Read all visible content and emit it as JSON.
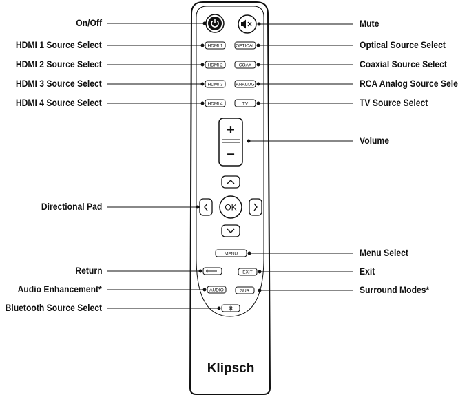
{
  "labels": {
    "on_off": "On/Off",
    "hdmi1": "HDMI 1 Source Select",
    "hdmi2": "HDMI 2 Source Select",
    "hdmi3": "HDMI 3 Source Select",
    "hdmi4": "HDMI 4 Source Select",
    "dpad": "Directional Pad",
    "return": "Return",
    "audio": "Audio Enhancement*",
    "bluetooth": "Bluetooth Source Select",
    "mute": "Mute",
    "optical": "Optical Source Select",
    "coaxial": "Coaxial Source Select",
    "rca": "RCA Analog Source Select",
    "tv": "TV Source Select",
    "volume": "Volume",
    "menu": "Menu Select",
    "exit": "Exit",
    "surround": "Surround Modes*"
  },
  "buttons": {
    "hdmi1": "HDMI 1",
    "hdmi2": "HDMI 2",
    "hdmi3": "HDMI 3",
    "hdmi4": "HDMI 4",
    "optical": "OPTICAL",
    "coax": "COAX",
    "analog": "ANALOG",
    "tv": "TV",
    "vol_up": "+",
    "vol_down": "−",
    "ok": "OK",
    "menu": "MENU",
    "exit": "EXIT",
    "audio": "AUDIO",
    "sur": "SUR"
  },
  "icons": {
    "power": "power-icon",
    "mute": "speaker-mute-icon",
    "up": "chevron-up-icon",
    "down": "chevron-down-icon",
    "left": "chevron-left-icon",
    "right": "chevron-right-icon",
    "return": "return-arrow-icon",
    "bluetooth": "bluetooth-icon"
  },
  "brand": "Klipsch",
  "colors": {
    "ink": "#111111",
    "background": "#ffffff"
  }
}
